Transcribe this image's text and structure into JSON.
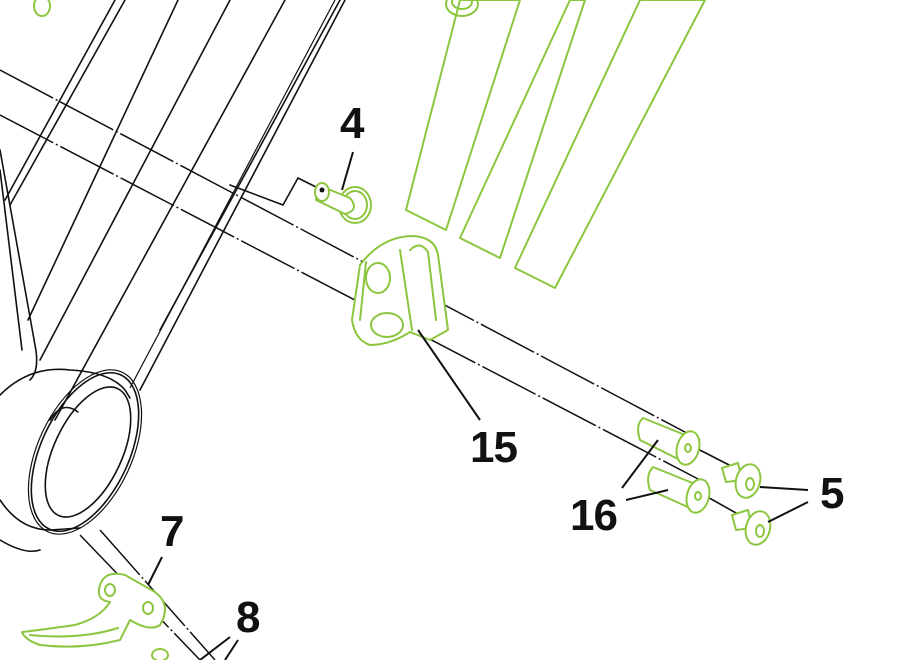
{
  "diagram": {
    "type": "exploded-view parts diagram",
    "colors": {
      "frame_lines": "#111111",
      "highlighted_parts": "#8cc63f",
      "background": "#ffffff"
    },
    "callouts": [
      {
        "id": "4",
        "label": "4",
        "part": "pin / bushing"
      },
      {
        "id": "15",
        "label": "15",
        "part": "cable guide clip"
      },
      {
        "id": "16",
        "label": "16",
        "part": "sleeve pins (x2)"
      },
      {
        "id": "5",
        "label": "5",
        "part": "screws / caps (x2)"
      },
      {
        "id": "7",
        "label": "7",
        "part": "hook bracket"
      },
      {
        "id": "8",
        "label": "8",
        "part": "fasteners"
      }
    ]
  }
}
